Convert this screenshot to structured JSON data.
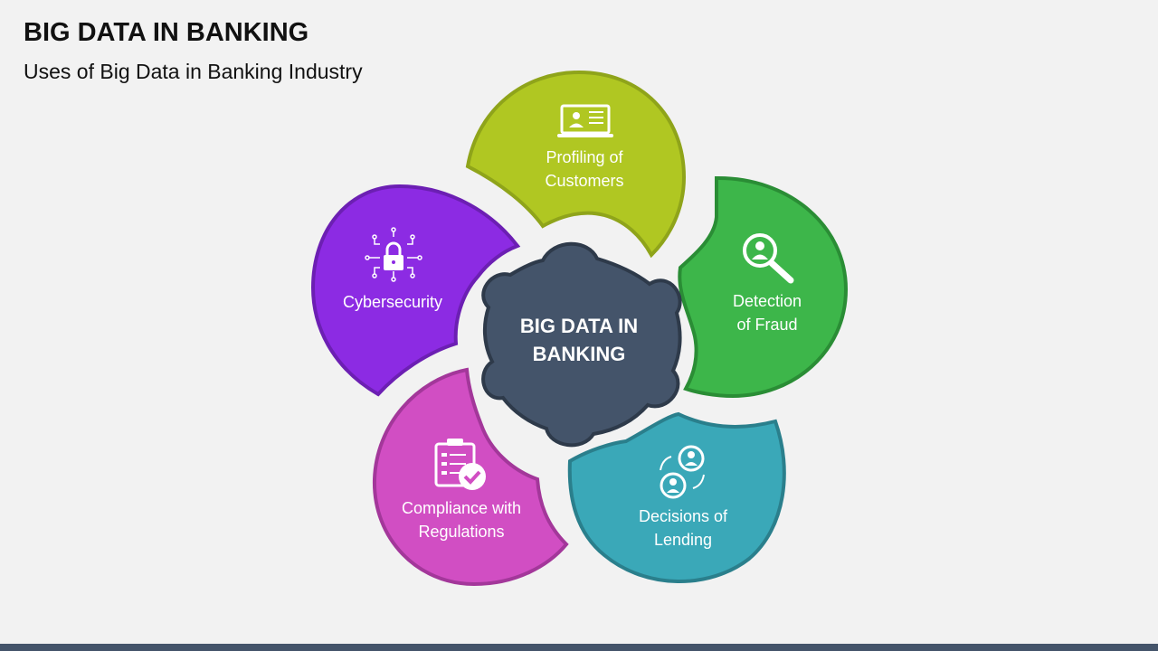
{
  "header": {
    "title": "BIG DATA IN BANKING",
    "subtitle": "Uses of Big Data in Banking Industry"
  },
  "center": {
    "line1": "BIG DATA IN",
    "line2": "BANKING",
    "color": "#44546a"
  },
  "petals": [
    {
      "line1": "Profiling of",
      "line2": "Customers",
      "icon": "laptop-profile-icon",
      "fill": "#b0c722",
      "stroke": "#8fa41a"
    },
    {
      "line1": "Detection",
      "line2": "of Fraud",
      "icon": "magnifier-person-icon",
      "fill": "#3db64a",
      "stroke": "#2a8d35"
    },
    {
      "line1": "Decisions of",
      "line2": "Lending",
      "icon": "user-exchange-icon",
      "fill": "#3aa8b8",
      "stroke": "#2a7f8c"
    },
    {
      "line1": "Compliance with",
      "line2": "Regulations",
      "icon": "clipboard-check-icon",
      "fill": "#d14ec3",
      "stroke": "#a3379a"
    },
    {
      "line1": "Cybersecurity",
      "line2": "",
      "icon": "circuit-lock-icon",
      "fill": "#8c2be3",
      "stroke": "#6c1fb3"
    }
  ]
}
